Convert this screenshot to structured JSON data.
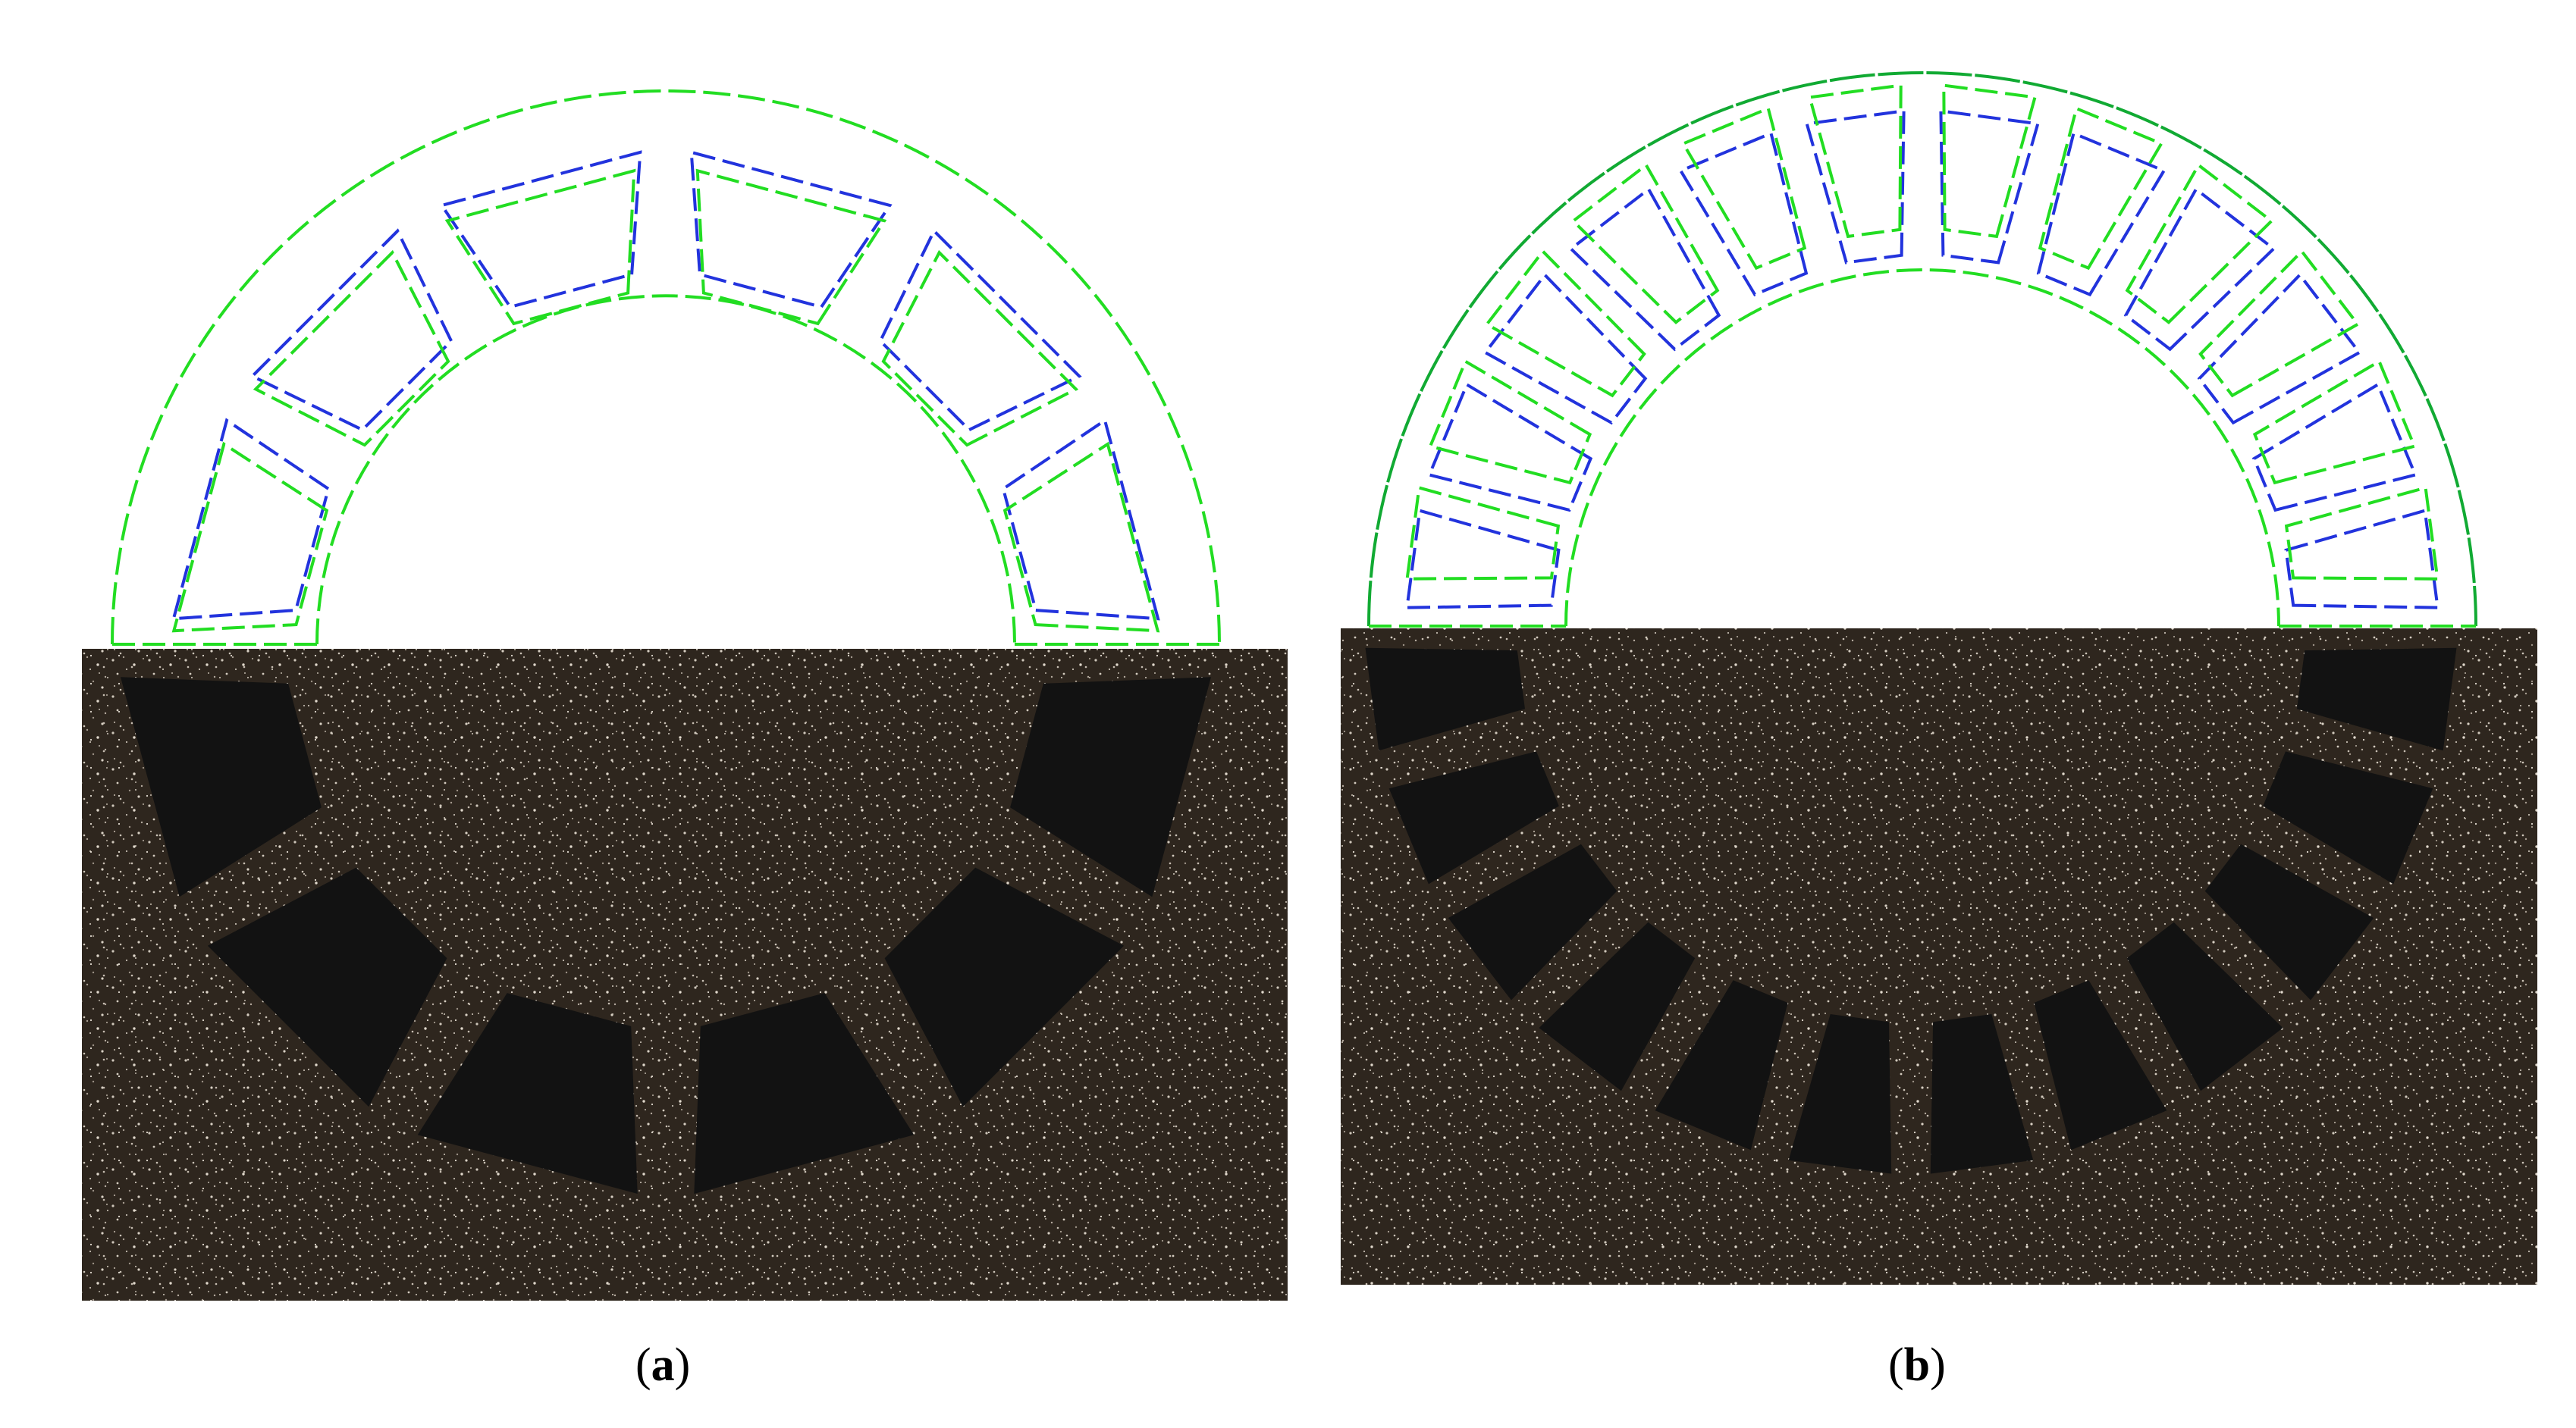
{
  "colors": {
    "outline_green": "#22dd22",
    "outline_blue": "#2233dd",
    "outline_dark_green": "#11aa33",
    "background_dark": "#2e261e",
    "stator_beige": "#d8ccbd",
    "slot_black": "#121212"
  },
  "panels": [
    {
      "id": "a",
      "caption_open": "(",
      "caption_letter": "a",
      "caption_close": ")",
      "slot_count": 12
    },
    {
      "id": "b",
      "caption_open": "(",
      "caption_letter": "b",
      "caption_close": ")",
      "slot_count": 24
    }
  ]
}
